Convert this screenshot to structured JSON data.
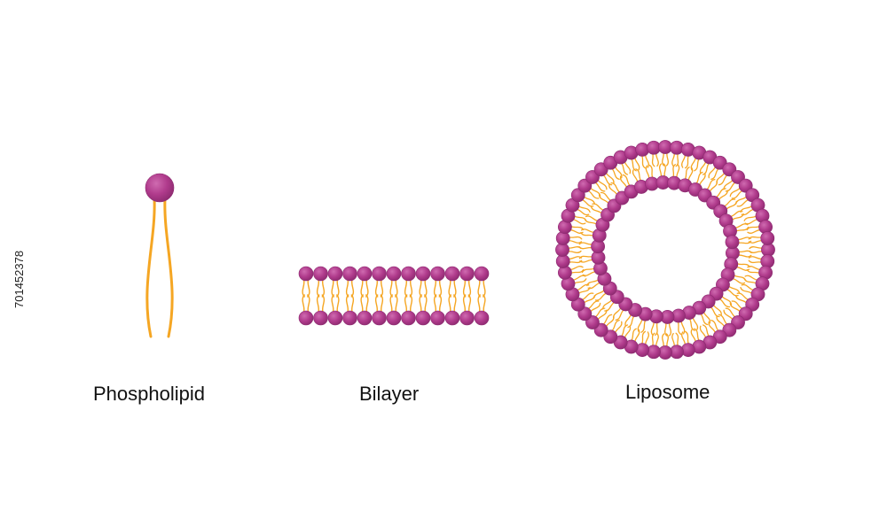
{
  "labels": {
    "phospholipid": "Phospholipid",
    "bilayer": "Bilayer",
    "liposome": "Liposome"
  },
  "stock_id": "701452378",
  "colors": {
    "head_fill": "#b03b8c",
    "head_shade": "#8d2a70",
    "head_highlight": "#cf6bb0",
    "tail": "#f5a623",
    "background": "#ffffff"
  }
}
